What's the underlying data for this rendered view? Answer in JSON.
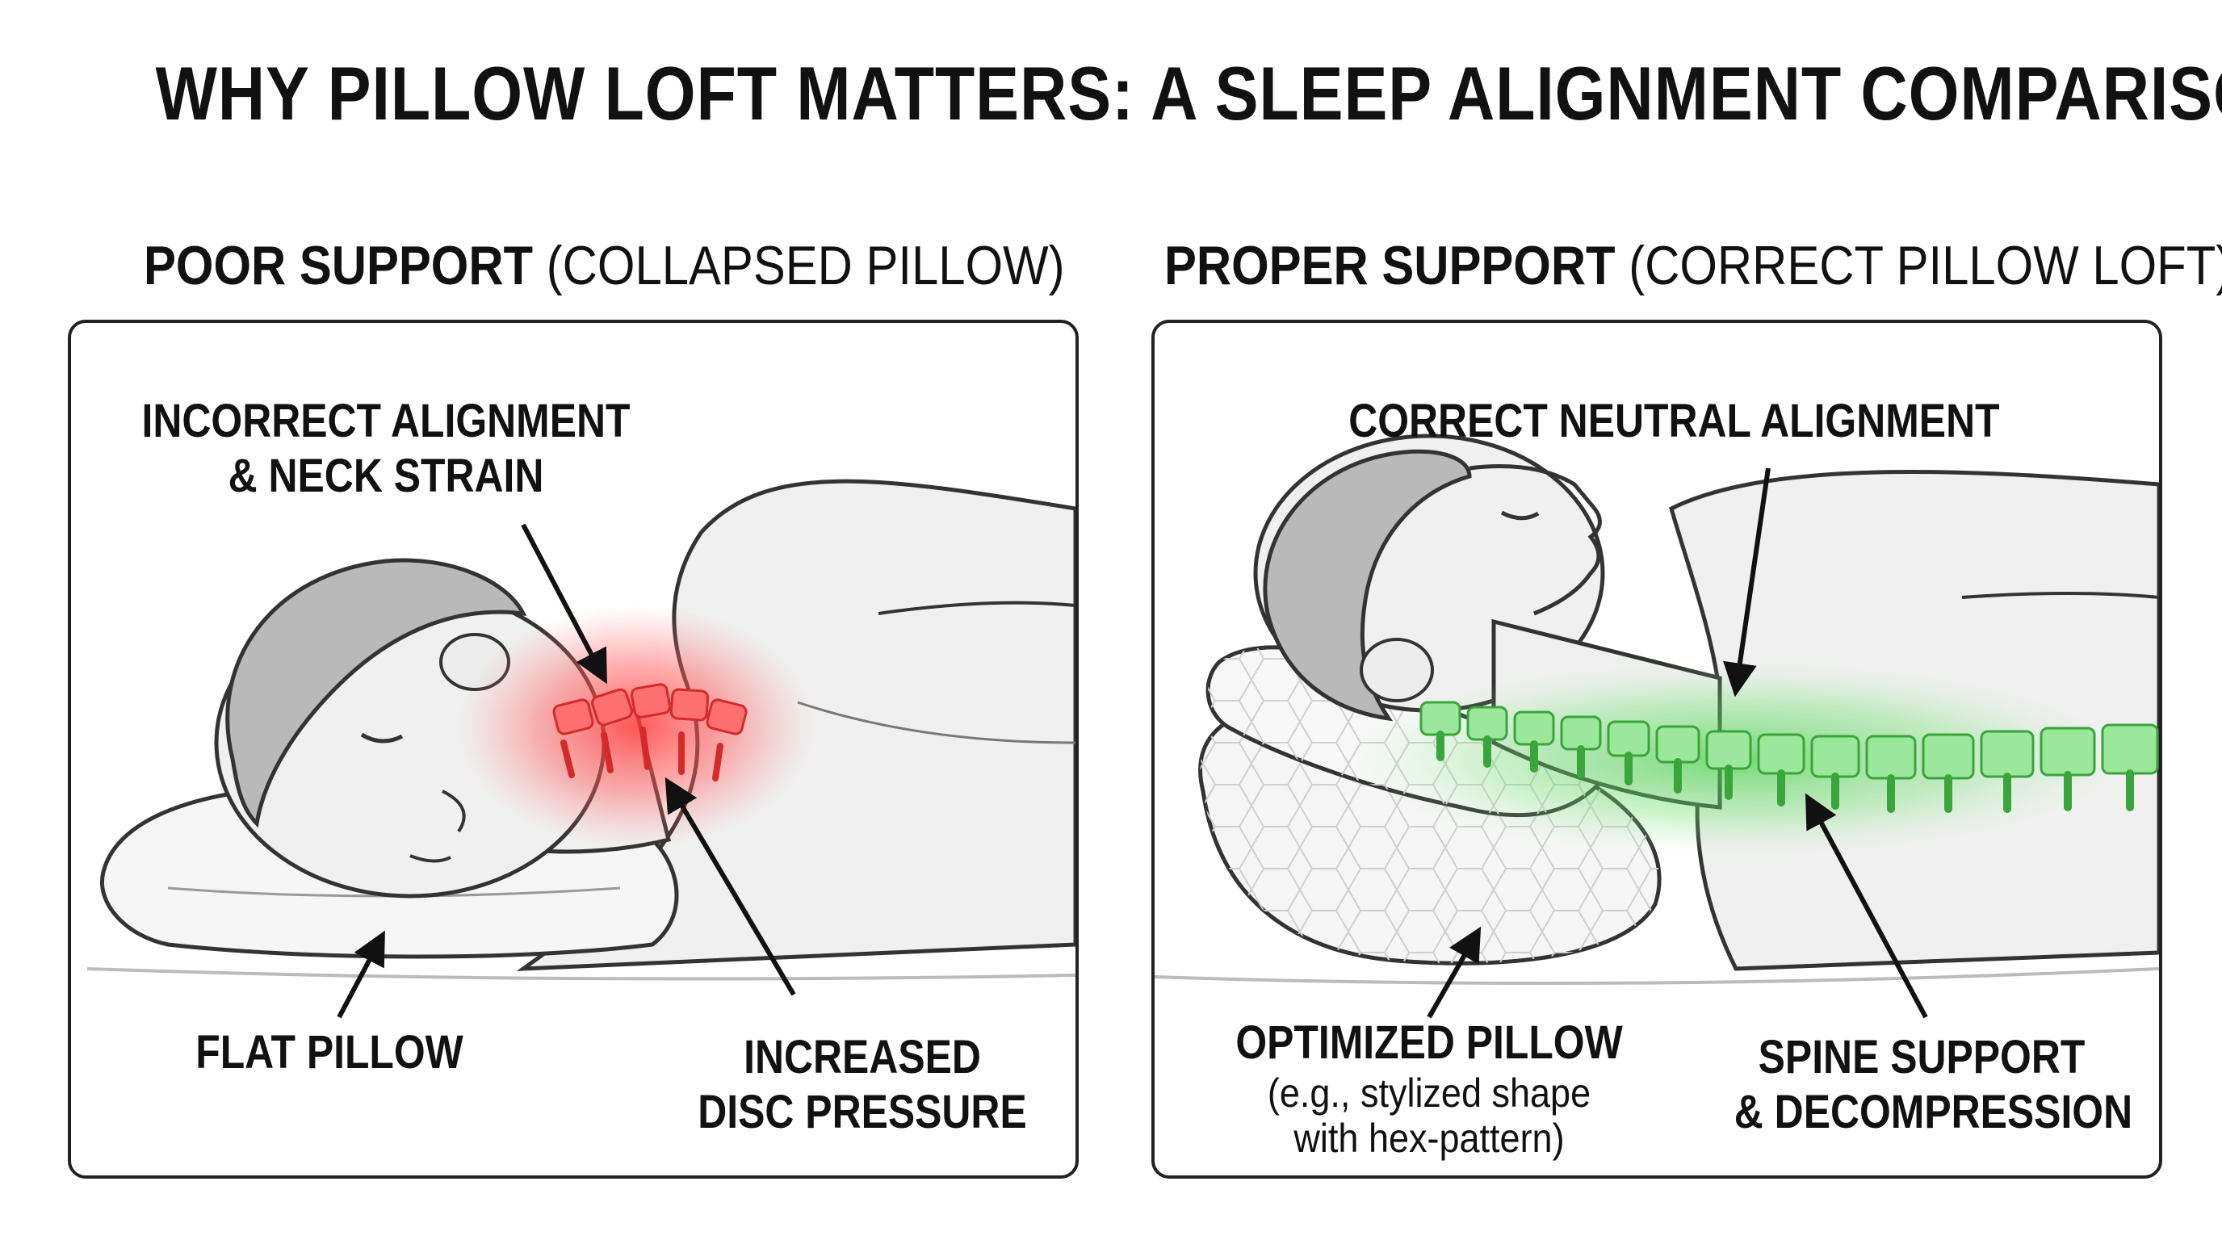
{
  "title": "WHY PILLOW LOFT MATTERS: A SLEEP ALIGNMENT COMPARISON",
  "colors": {
    "strain": "#ff3b3b",
    "support": "#3fcf3f",
    "outline": "#333333",
    "skin": "#f0f0f0",
    "hair": "#b9b9b9"
  },
  "left_panel": {
    "heading_strong": "POOR SUPPORT",
    "heading_light": "(COLLAPSED PILLOW)",
    "alignment_label_line1": "INCORRECT ALIGNMENT",
    "alignment_label_line2": "& NECK STRAIN",
    "pillow_label": "FLAT PILLOW",
    "pressure_label_line1": "INCREASED",
    "pressure_label_line2": "DISC PRESSURE"
  },
  "right_panel": {
    "heading_strong": "PROPER SUPPORT",
    "heading_light": "(CORRECT PILLOW LOFT)",
    "alignment_label": "CORRECT NEUTRAL ALIGNMENT",
    "pillow_label": "OPTIMIZED PILLOW",
    "pillow_note_line1": "(e.g., stylized shape",
    "pillow_note_line2": "with hex-pattern)",
    "spine_label_line1": "SPINE SUPPORT",
    "spine_label_line2": "& DECOMPRESSION"
  }
}
